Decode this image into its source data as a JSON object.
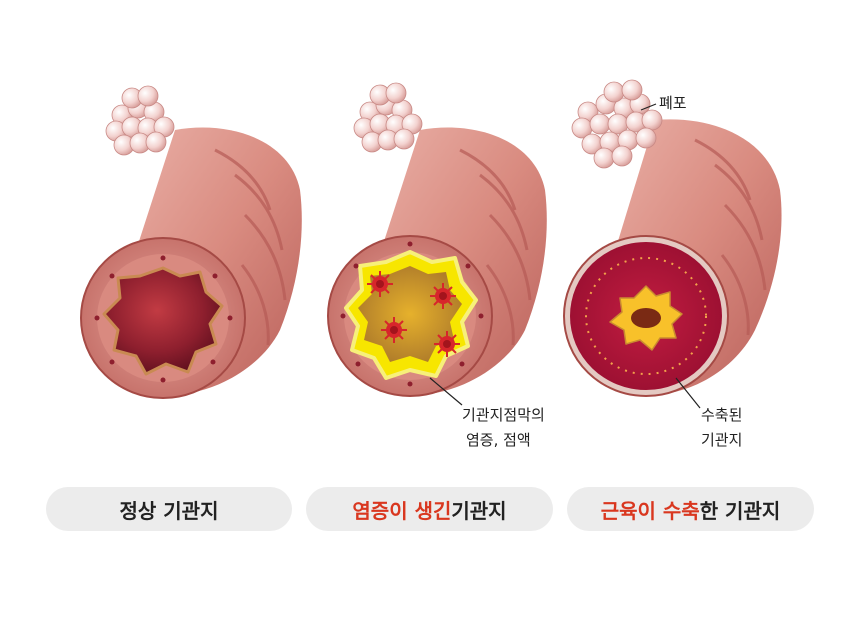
{
  "annotations": {
    "lung": "폐포",
    "mucosa_line1": "기관지점막의",
    "mucosa_line2": "염증, 점액",
    "constricted_line1": "수축된",
    "constricted_line2": "기관지"
  },
  "captions": [
    {
      "highlight": "",
      "text": "정상 기관지"
    },
    {
      "highlight": "염증이 생긴",
      "text": " 기관지"
    },
    {
      "highlight": "근육이 수축",
      "text": "한 기관지"
    }
  ],
  "colors": {
    "highlight": "#d9371f",
    "pill_bg": "#ececec",
    "tube": "#d98b80",
    "tube_dark": "#a54a45",
    "mucus_yellow": "#f7e600",
    "muscle_red": "#b3163a",
    "germ_red": "#d7262b"
  }
}
